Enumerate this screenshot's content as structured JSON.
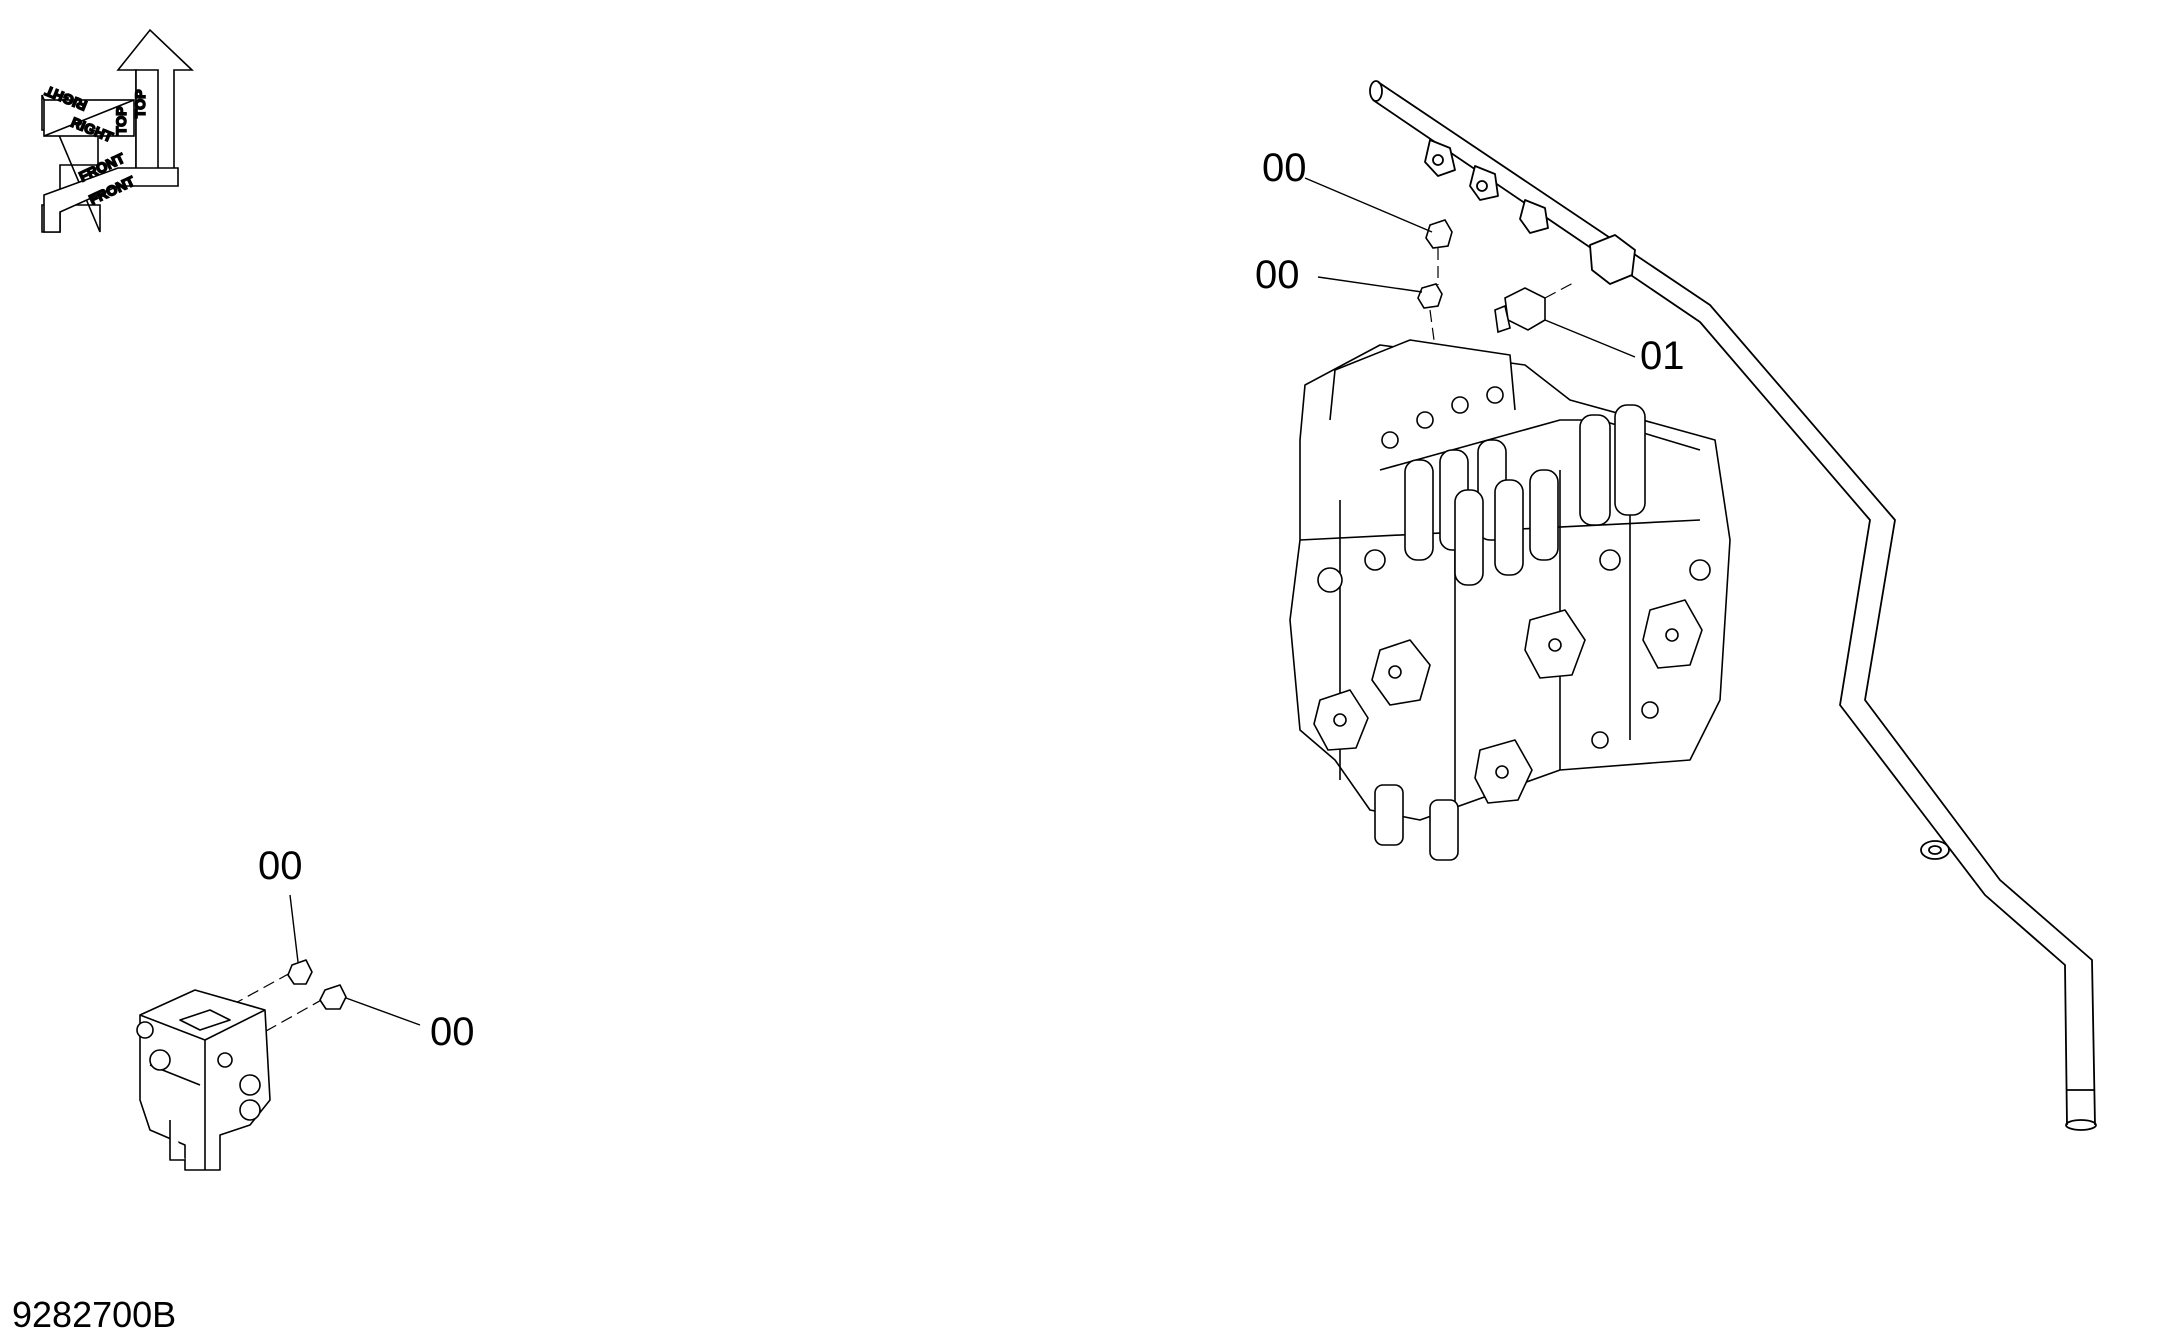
{
  "diagram": {
    "orientation": {
      "labels": [
        "TOP",
        "TOP",
        "RIGHT",
        "RIGHT",
        "FRONT",
        "FRONT"
      ]
    },
    "callouts": {
      "c1": "00",
      "c2": "00",
      "c3": "01",
      "c4": "00",
      "c5": "00"
    },
    "document_id": "9282700B"
  }
}
